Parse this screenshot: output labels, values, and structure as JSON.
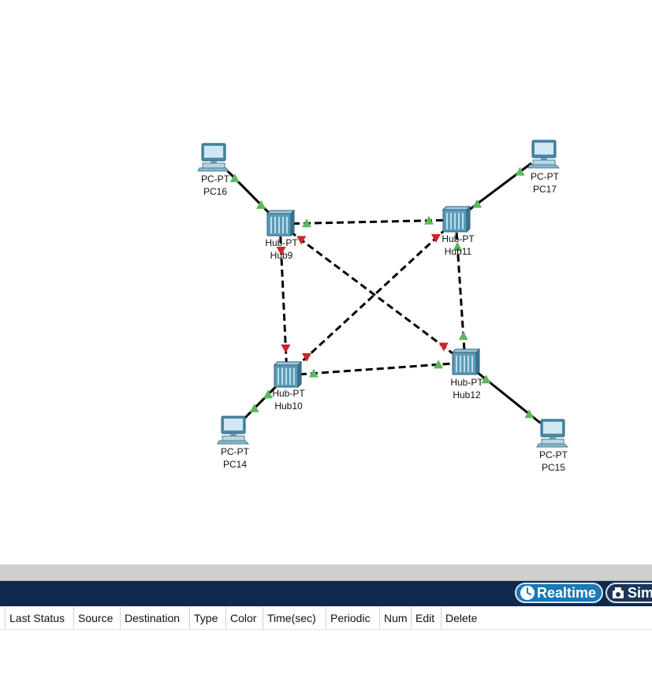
{
  "topology": {
    "devices": [
      {
        "id": "PC16",
        "model": "PC-PT",
        "name": "PC16",
        "kind": "pc"
      },
      {
        "id": "PC17",
        "model": "PC-PT",
        "name": "PC17",
        "kind": "pc"
      },
      {
        "id": "Hub9",
        "model": "Hub-PT",
        "name": "Hub9",
        "kind": "hub"
      },
      {
        "id": "Hub11",
        "model": "Hub-PT",
        "name": "Hub11",
        "kind": "hub"
      },
      {
        "id": "Hub10",
        "model": "Hub-PT",
        "name": "Hub10",
        "kind": "hub"
      },
      {
        "id": "Hub12",
        "model": "Hub-PT",
        "name": "Hub12",
        "kind": "hub"
      },
      {
        "id": "PC14",
        "model": "PC-PT",
        "name": "PC14",
        "kind": "pc"
      },
      {
        "id": "PC15",
        "model": "PC-PT",
        "name": "PC15",
        "kind": "pc"
      }
    ],
    "links": [
      {
        "from": "PC16",
        "to": "Hub9",
        "cable": "straight-through",
        "from_status": "up",
        "to_status": "up"
      },
      {
        "from": "PC17",
        "to": "Hub11",
        "cable": "straight-through",
        "from_status": "up",
        "to_status": "up"
      },
      {
        "from": "PC14",
        "to": "Hub10",
        "cable": "straight-through",
        "from_status": "up",
        "to_status": "up"
      },
      {
        "from": "PC15",
        "to": "Hub12",
        "cable": "straight-through",
        "from_status": "up",
        "to_status": "up"
      },
      {
        "from": "Hub9",
        "to": "Hub11",
        "cable": "crossover",
        "from_status": "up",
        "to_status": "up"
      },
      {
        "from": "Hub9",
        "to": "Hub10",
        "cable": "crossover",
        "from_status": "down",
        "to_status": "down"
      },
      {
        "from": "Hub9",
        "to": "Hub12",
        "cable": "crossover",
        "from_status": "down",
        "to_status": "down"
      },
      {
        "from": "Hub11",
        "to": "Hub10",
        "cable": "crossover",
        "from_status": "down",
        "to_status": "down"
      },
      {
        "from": "Hub11",
        "to": "Hub12",
        "cable": "crossover",
        "from_status": "up",
        "to_status": "up"
      },
      {
        "from": "Hub10",
        "to": "Hub12",
        "cable": "crossover",
        "from_status": "up",
        "to_status": "up"
      }
    ],
    "colors": {
      "link_up": "#5cb85c",
      "link_down": "#d0232f",
      "cable": "#000000"
    }
  },
  "mode_bar": {
    "realtime_label": "Realtime",
    "simulation_label": "Sim",
    "background": "#0f2a4d"
  },
  "pdu_table": {
    "columns": [
      "Last Status",
      "Source",
      "Destination",
      "Type",
      "Color",
      "Time(sec)",
      "Periodic",
      "Num",
      "Edit",
      "Delete"
    ],
    "rows": []
  }
}
